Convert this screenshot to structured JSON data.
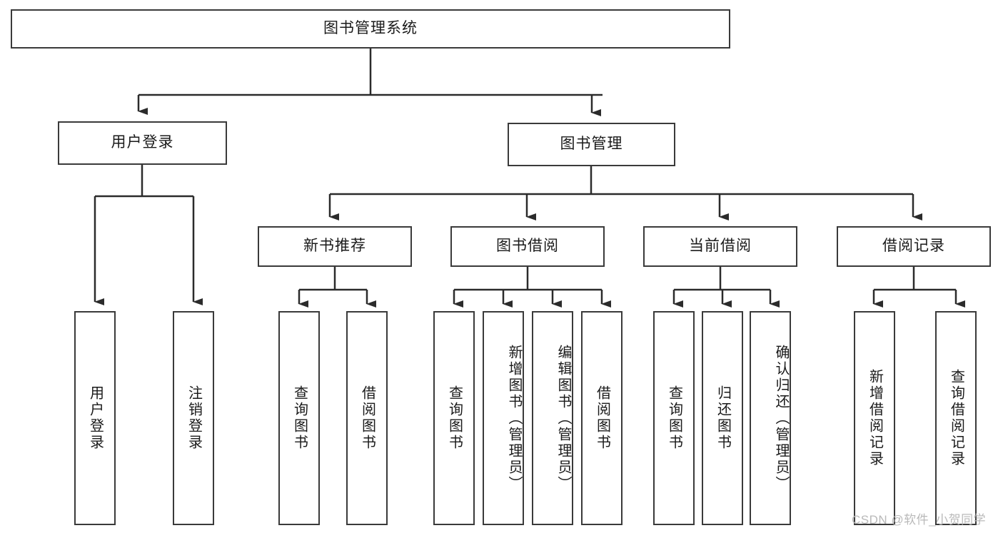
{
  "diagram": {
    "title": "图书管理系统",
    "type": "hierarchy-tree",
    "watermark": "CSDN @软件_小贺同学",
    "colors": {
      "box_border": "#3a3a3a",
      "box_fill": "#ffffff",
      "connector": "#2b2b2b",
      "text": "#1a1a1a",
      "watermark": "#b9b9b9"
    },
    "nodes": {
      "root": {
        "label": "图书管理系统",
        "level": 1
      },
      "level2": [
        {
          "id": "user-login",
          "label": "用户登录"
        },
        {
          "id": "book-management",
          "label": "图书管理"
        }
      ],
      "level3": [
        {
          "id": "new-book-recommend",
          "label": "新书推荐"
        },
        {
          "id": "book-borrow",
          "label": "图书借阅"
        },
        {
          "id": "current-borrow",
          "label": "当前借阅"
        },
        {
          "id": "borrow-record",
          "label": "借阅记录"
        }
      ],
      "leaves": {
        "user-login": [
          {
            "id": "leaf-user-login",
            "label": "用户登录"
          },
          {
            "id": "leaf-logout-login",
            "label": "注销登录"
          }
        ],
        "new-book-recommend": [
          {
            "id": "leaf-query-book-1",
            "label": "查询图书"
          },
          {
            "id": "leaf-borrow-book-1",
            "label": "借阅图书"
          }
        ],
        "book-borrow": [
          {
            "id": "leaf-query-book-2",
            "label": "查询图书"
          },
          {
            "id": "leaf-add-book-admin",
            "label": "新增图书（管理员）"
          },
          {
            "id": "leaf-edit-book-admin",
            "label": "编辑图书（管理员）"
          },
          {
            "id": "leaf-borrow-book-2",
            "label": "借阅图书"
          }
        ],
        "current-borrow": [
          {
            "id": "leaf-query-book-3",
            "label": "查询图书"
          },
          {
            "id": "leaf-return-book",
            "label": "归还图书"
          },
          {
            "id": "leaf-confirm-return-admin",
            "label": "确认归还（管理员）"
          }
        ],
        "borrow-record": [
          {
            "id": "leaf-add-borrow-record",
            "label": "新增借阅记录"
          },
          {
            "id": "leaf-query-borrow-record",
            "label": "查询借阅记录"
          }
        ]
      }
    }
  }
}
